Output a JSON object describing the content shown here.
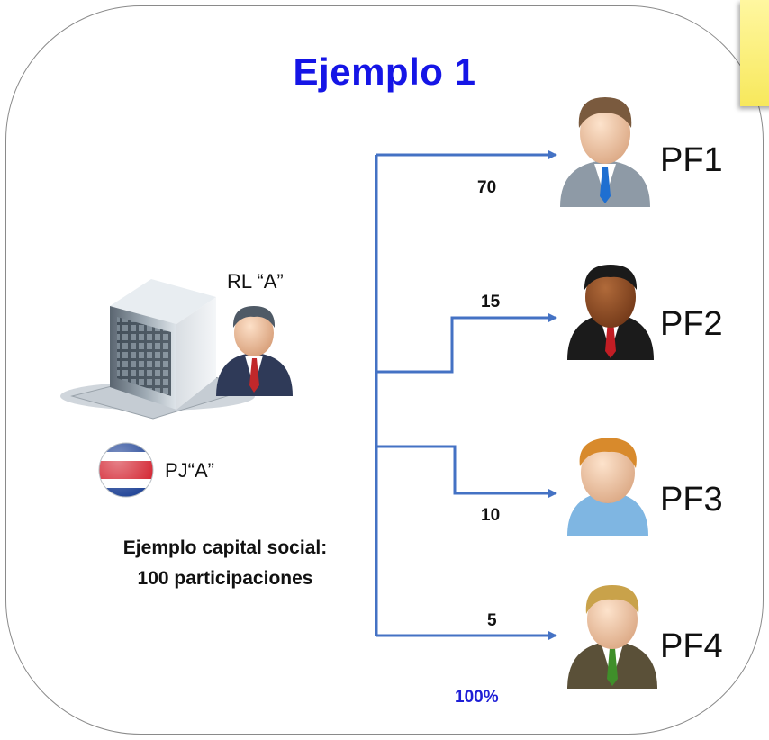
{
  "title": "Ejemplo 1",
  "entity": {
    "representative_label": "RL “A”",
    "company_label": "PJ“A”"
  },
  "caption": {
    "line1": "Ejemplo capital social:",
    "line2": "100 participaciones"
  },
  "owners": [
    {
      "label": "PF1",
      "value": "70"
    },
    {
      "label": "PF2",
      "value": "15"
    },
    {
      "label": "PF3",
      "value": "10"
    },
    {
      "label": "PF4",
      "value": "5"
    }
  ],
  "total": "100%",
  "colors": {
    "title": "#1515e6",
    "connector": "#4472c4",
    "total": "#1f1fd6",
    "note": "#f7e85c"
  }
}
